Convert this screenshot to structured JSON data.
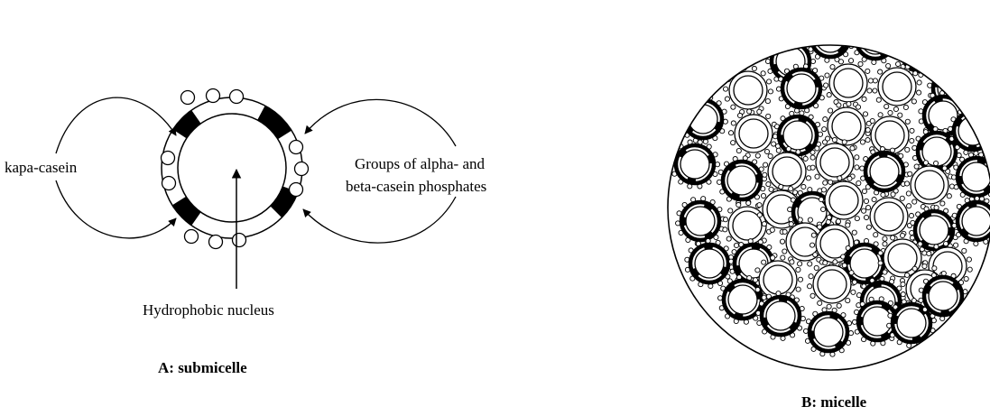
{
  "panel_a": {
    "label_kappa": "kapa-casein",
    "label_groups_line1": "Groups of alpha- and",
    "label_groups_line2": "beta-casein phosphates",
    "label_nucleus": "Hydrophobic nucleus",
    "caption": "A: submicelle"
  },
  "panel_b": {
    "caption": "B: micelle"
  }
}
